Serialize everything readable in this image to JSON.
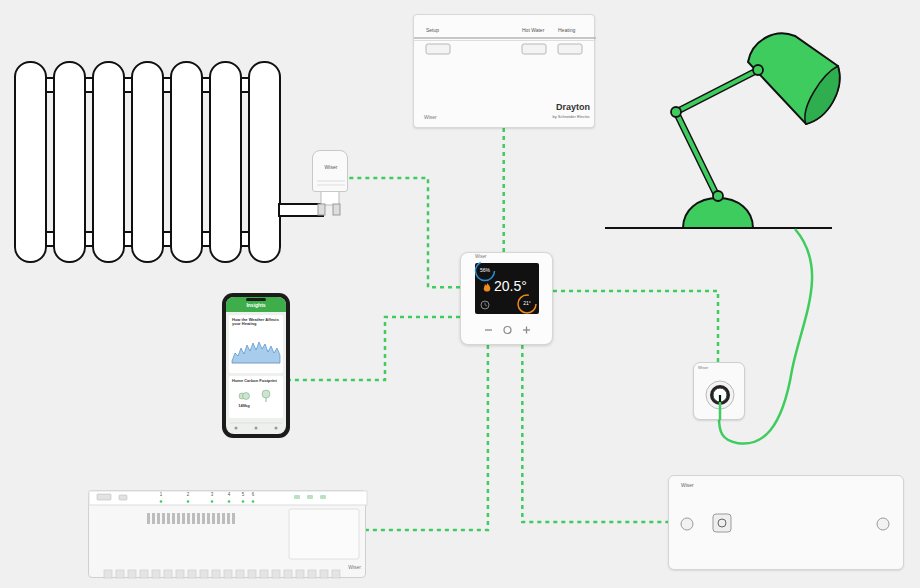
{
  "diagram": {
    "nodes": [
      {
        "text": [
          "Setup",
          "Hot Water",
          "Heating",
          "Wiser",
          "Drayton",
          "by Schneider Electric"
        ]
      },
      {
        "text": [
          "Wiser"
        ]
      },
      {
        "text": [
          "Wiser",
          "56%",
          "20.5°",
          "21°"
        ]
      },
      {
        "text": [
          "Insights",
          "How the Weather Affects your Heating",
          "Home Carbon Footprint",
          "149kg"
        ]
      },
      {
        "text": [
          "Wiser"
        ]
      },
      {
        "text": [
          "1",
          "2",
          "3",
          "4",
          "5",
          "6",
          "Wiser"
        ]
      },
      {
        "text": [
          "Wiser"
        ]
      }
    ],
    "edges": [
      {
        "from": 2,
        "to": 0,
        "arrow": "none"
      },
      {
        "from": 2,
        "to": 1,
        "arrow": "none"
      },
      {
        "from": 2,
        "to": 3,
        "arrow": "none"
      },
      {
        "from": 2,
        "to": 4,
        "arrow": "none"
      },
      {
        "from": 2,
        "to": 5,
        "arrow": "none"
      },
      {
        "from": 2,
        "to": 6,
        "arrow": "none"
      }
    ]
  }
}
